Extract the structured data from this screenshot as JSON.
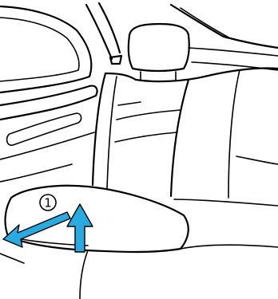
{
  "diagram": {
    "callout_label": "1",
    "colors": {
      "line": "#000000",
      "arrow": "#29abe2",
      "background": "#ffffff"
    },
    "parts": [
      "rear-seat-cushion",
      "rear-seatback",
      "headrest",
      "rear-door",
      "rear-window",
      "c-pillar"
    ],
    "arrow_directions": [
      "forward-left",
      "up"
    ]
  }
}
